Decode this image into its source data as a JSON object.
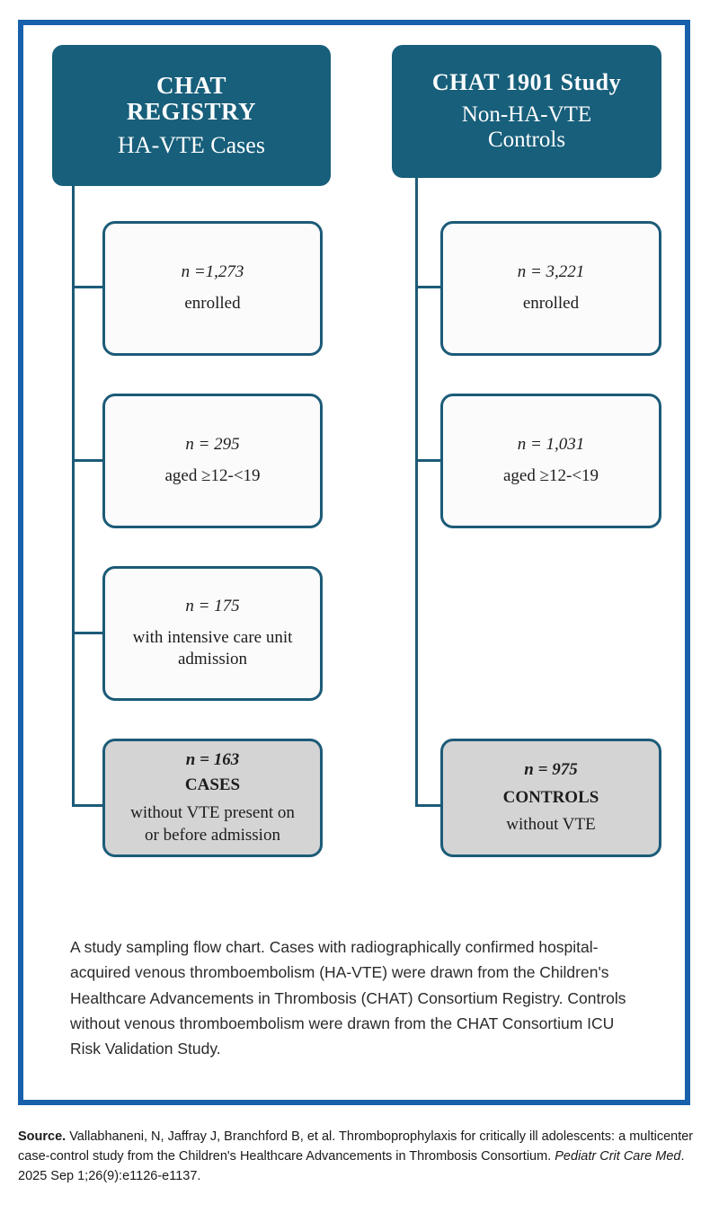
{
  "figure": {
    "type": "flow-chart",
    "title": "Study sampling flow chart",
    "colors": {
      "frame_blue": "#1860ab",
      "header_teal": "#175f7b",
      "line_teal": "#1c5b78",
      "shaded_box": "#d4d4d4",
      "node_fill": "#fbfbfb",
      "caption_text": "#2b2b2b"
    },
    "branches": [
      {
        "id": "cases",
        "header": {
          "line1": "CHAT",
          "line2": "REGISTRY",
          "line3": "HA-VTE Cases"
        },
        "nodes": [
          {
            "id": "cases-enrolled",
            "lines": [
              "n =1,273",
              "enrolled"
            ],
            "shaded": false
          },
          {
            "id": "cases-aged",
            "lines": [
              "n = 295",
              "aged ≥12-<19"
            ],
            "shaded": false
          },
          {
            "id": "cases-icu",
            "lines": [
              "n = 175",
              "with intensive care unit",
              "admission"
            ],
            "shaded": false
          },
          {
            "id": "cases-final",
            "lines": [
              "n = 163",
              "CASES",
              "without VTE present on",
              "or before admission"
            ],
            "shaded": true
          }
        ]
      },
      {
        "id": "controls",
        "header": {
          "line1": "CHAT 1901 Study",
          "line2": "Non-HA-VTE",
          "line3": "Controls"
        },
        "nodes": [
          {
            "id": "controls-enrolled",
            "lines": [
              "n = 3,221",
              "enrolled"
            ],
            "shaded": false
          },
          {
            "id": "controls-aged",
            "lines": [
              "n = 1,031",
              "aged ≥12-<19"
            ],
            "shaded": false
          },
          {
            "id": "controls-final",
            "lines": [
              "n = 975",
              "CONTROLS",
              "without VTE"
            ],
            "shaded": true
          }
        ]
      }
    ]
  },
  "caption": {
    "text": "A study sampling flow chart. Cases with radiographically confirmed hospital-acquired venous thromboembolism (HA-VTE) were drawn from the Children's Healthcare Advancements in Thrombosis (CHAT) Consortium Registry. Controls without venous thromboembolism were drawn from the CHAT Consortium ICU Risk Validation Study."
  },
  "source": {
    "label": "Source.",
    "authors_and_title": " Vallabhaneni, N, Jaffray J, Branchford B, et al. Thromboprophylaxis for critically ill adolescents: a multicenter case-control study from the Children's Healthcare Advancements in Thrombosis Consortium. ",
    "journal": "Pediatr Crit Care Med",
    "citation_tail": ". 2025 Sep 1;26(9):e1126-e1137."
  }
}
